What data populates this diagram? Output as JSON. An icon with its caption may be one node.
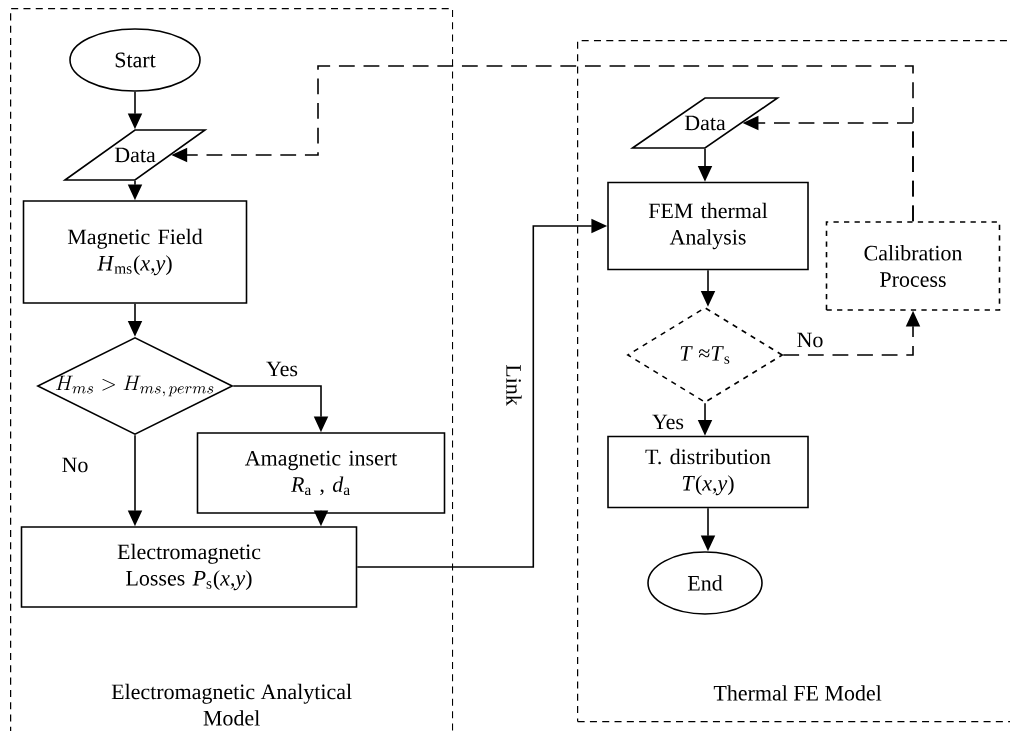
{
  "diagram": {
    "nodes": [
      {
        "text": [
          "Electromagnetic Analytical Model"
        ]
      },
      {
        "text": [
          "Thermal FE Model"
        ]
      },
      {
        "text": [
          "Start"
        ],
        "in": 0
      },
      {
        "text": [
          "Data"
        ],
        "in": 0
      },
      {
        "text": [
          "Magnetic Field",
          "*H*$_{ms}$(*x*,*y*)"
        ],
        "in": 0
      },
      {
        "text": [
          "H_{ms} > H_{ms,\\, perms}"
        ],
        "in": 0
      },
      {
        "text": [
          "Amagnetic insert",
          "*R*$_{a}$ , *d*$_{a}$"
        ],
        "in": 0
      },
      {
        "text": [
          "Electromagnetic Losses *P*$_{s}$(*x*,*y*)"
        ],
        "in": 0
      },
      {
        "text": [
          "Data"
        ],
        "in": 1
      },
      {
        "text": [
          "FEM thermal Analysis"
        ],
        "in": 1
      },
      {
        "text": [
          "Calibration Process"
        ],
        "in": 1
      },
      {
        "text": [
          "*T* ≈*T*$_{s}$"
        ],
        "in": 1
      },
      {
        "text": [
          "T. distribution",
          "*T*(*x*,*y*)"
        ],
        "in": 1
      },
      {
        "text": [
          "End"
        ],
        "in": 1
      }
    ],
    "edges": [
      {
        "from": 2,
        "to": 3,
        "arrow": "to"
      },
      {
        "from": 3,
        "to": 4,
        "arrow": "to"
      },
      {
        "from": 4,
        "to": 5,
        "arrow": "to"
      },
      {
        "from": 5,
        "to": 6,
        "arrow": "to",
        "label": "Yes"
      },
      {
        "from": 5,
        "to": 7,
        "arrow": "to",
        "label": "No"
      },
      {
        "from": 6,
        "to": 7,
        "arrow": "to"
      },
      {
        "from": 7,
        "to": 9,
        "arrow": "to",
        "label": "Link"
      },
      {
        "from": 8,
        "to": 9,
        "arrow": "to"
      },
      {
        "from": 9,
        "to": 11,
        "arrow": "to"
      },
      {
        "from": 11,
        "to": 10,
        "arrow": "to",
        "label": "No",
        "style": "dashed"
      },
      {
        "from": 10,
        "to": 8,
        "arrow": "to",
        "style": "dashed"
      },
      {
        "from": 10,
        "to": 3,
        "arrow": "to",
        "style": "dashed"
      },
      {
        "from": 11,
        "to": 12,
        "arrow": "to",
        "label": "Yes"
      },
      {
        "from": 12,
        "to": 13,
        "arrow": "to"
      }
    ]
  }
}
